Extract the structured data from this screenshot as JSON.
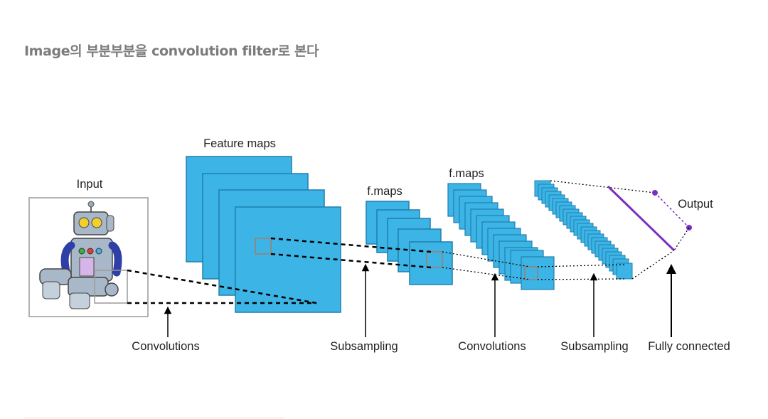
{
  "slide": {
    "heading": "Image의 부분부분을 convolution filter로 본다"
  },
  "diagram": {
    "labels": {
      "input": "Input",
      "feature_maps": "Feature maps",
      "fmaps_1": "f.maps",
      "fmaps_2": "f.maps",
      "output": "Output"
    },
    "stages": [
      "Convolutions",
      "Subsampling",
      "Convolutions",
      "Subsampling",
      "Fully connected"
    ],
    "colors": {
      "map_fill": "#3cb4e5",
      "map_stroke": "#1f7fae",
      "output_purple": "#7b2fbe",
      "window_gray": "#8a8a8a"
    }
  }
}
